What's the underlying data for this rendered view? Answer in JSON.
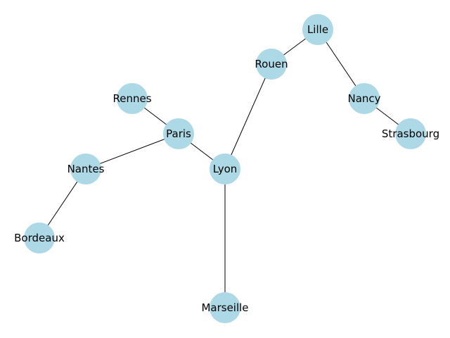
{
  "graph": {
    "node_color": "#add8e6",
    "edge_color": "#000000",
    "label_color": "#000000",
    "nodes": [
      {
        "id": "Paris",
        "label": "Paris"
      },
      {
        "id": "Lyon",
        "label": "Lyon"
      },
      {
        "id": "Marseille",
        "label": "Marseille"
      },
      {
        "id": "Nantes",
        "label": "Nantes"
      },
      {
        "id": "Bordeaux",
        "label": "Bordeaux"
      },
      {
        "id": "Rennes",
        "label": "Rennes"
      },
      {
        "id": "Rouen",
        "label": "Rouen"
      },
      {
        "id": "Lille",
        "label": "Lille"
      },
      {
        "id": "Nancy",
        "label": "Nancy"
      },
      {
        "id": "Strasbourg",
        "label": "Strasbourg"
      }
    ],
    "edges": [
      [
        "Rennes",
        "Paris"
      ],
      [
        "Paris",
        "Nantes"
      ],
      [
        "Paris",
        "Lyon"
      ],
      [
        "Nantes",
        "Bordeaux"
      ],
      [
        "Lyon",
        "Marseille"
      ],
      [
        "Lyon",
        "Rouen"
      ],
      [
        "Rouen",
        "Lille"
      ],
      [
        "Lille",
        "Nancy"
      ],
      [
        "Nancy",
        "Strasbourg"
      ]
    ]
  }
}
